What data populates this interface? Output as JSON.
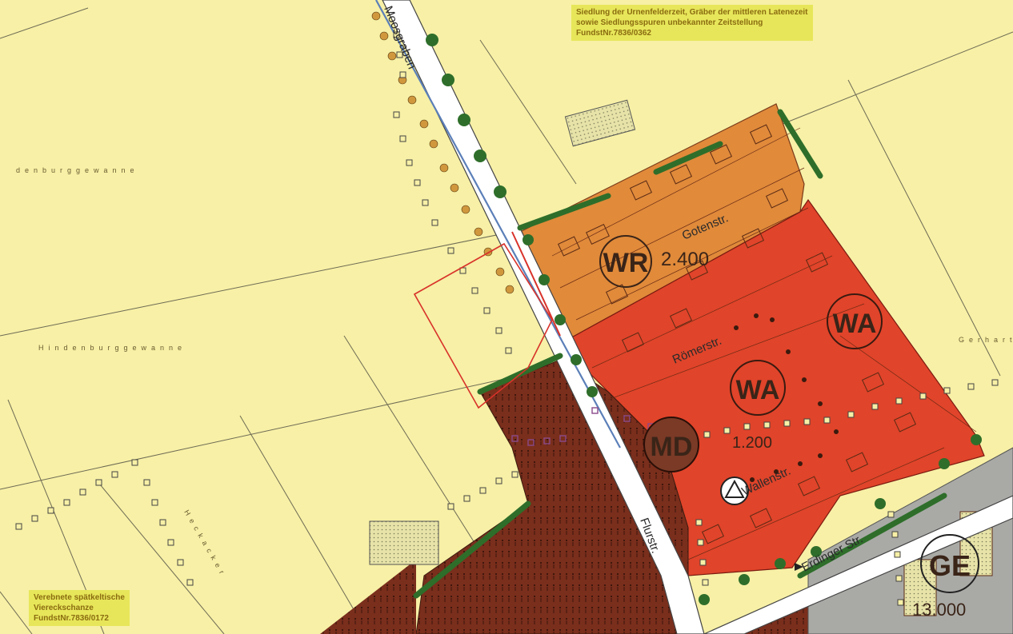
{
  "notes": {
    "north": {
      "line1": "Siedlung der Urnenfelderzeit, Gräber der mittleren Latenezeit",
      "line2": "sowie Siedlungsspuren unbekannter Zeitstellung",
      "line3": "FundstNr.7836/0362"
    },
    "south": {
      "line1": "Verebnete spätkeltische",
      "line2": "Viereckschanze",
      "line3": "FundstNr.7836/0172"
    }
  },
  "zones": {
    "wr": {
      "code": "WR",
      "area": "2.400"
    },
    "wa_upper": {
      "code": "WA"
    },
    "wa_main": {
      "code": "WA",
      "area": "1.200"
    },
    "md": {
      "code": "MD"
    },
    "ge": {
      "code": "GE",
      "area": "13.000"
    }
  },
  "streets": {
    "gotenstr": "Gotenstr.",
    "roemerstr": "Römerstr.",
    "flurstr": "Flurstr.",
    "erdinger": "Erdinger Str.",
    "moosgraben": "Moosgraben",
    "weiterstr": "Wallenstr."
  },
  "fields": {
    "hindenburg_upper": "denburggewanne",
    "hindenburg_lower": "Hindenburggewanne",
    "gerharting": "Gerharting",
    "heckacker": "Heckacker"
  },
  "colors": {
    "agri": "#f7f0a6",
    "wr": "#e08a3a",
    "wa": "#e0442a",
    "md": "#7a2e1c",
    "ge": "#a9aaa6",
    "hedge": "#2e6e2a",
    "note_bg": "#e7e65a",
    "note_text": "#8a6c10"
  }
}
